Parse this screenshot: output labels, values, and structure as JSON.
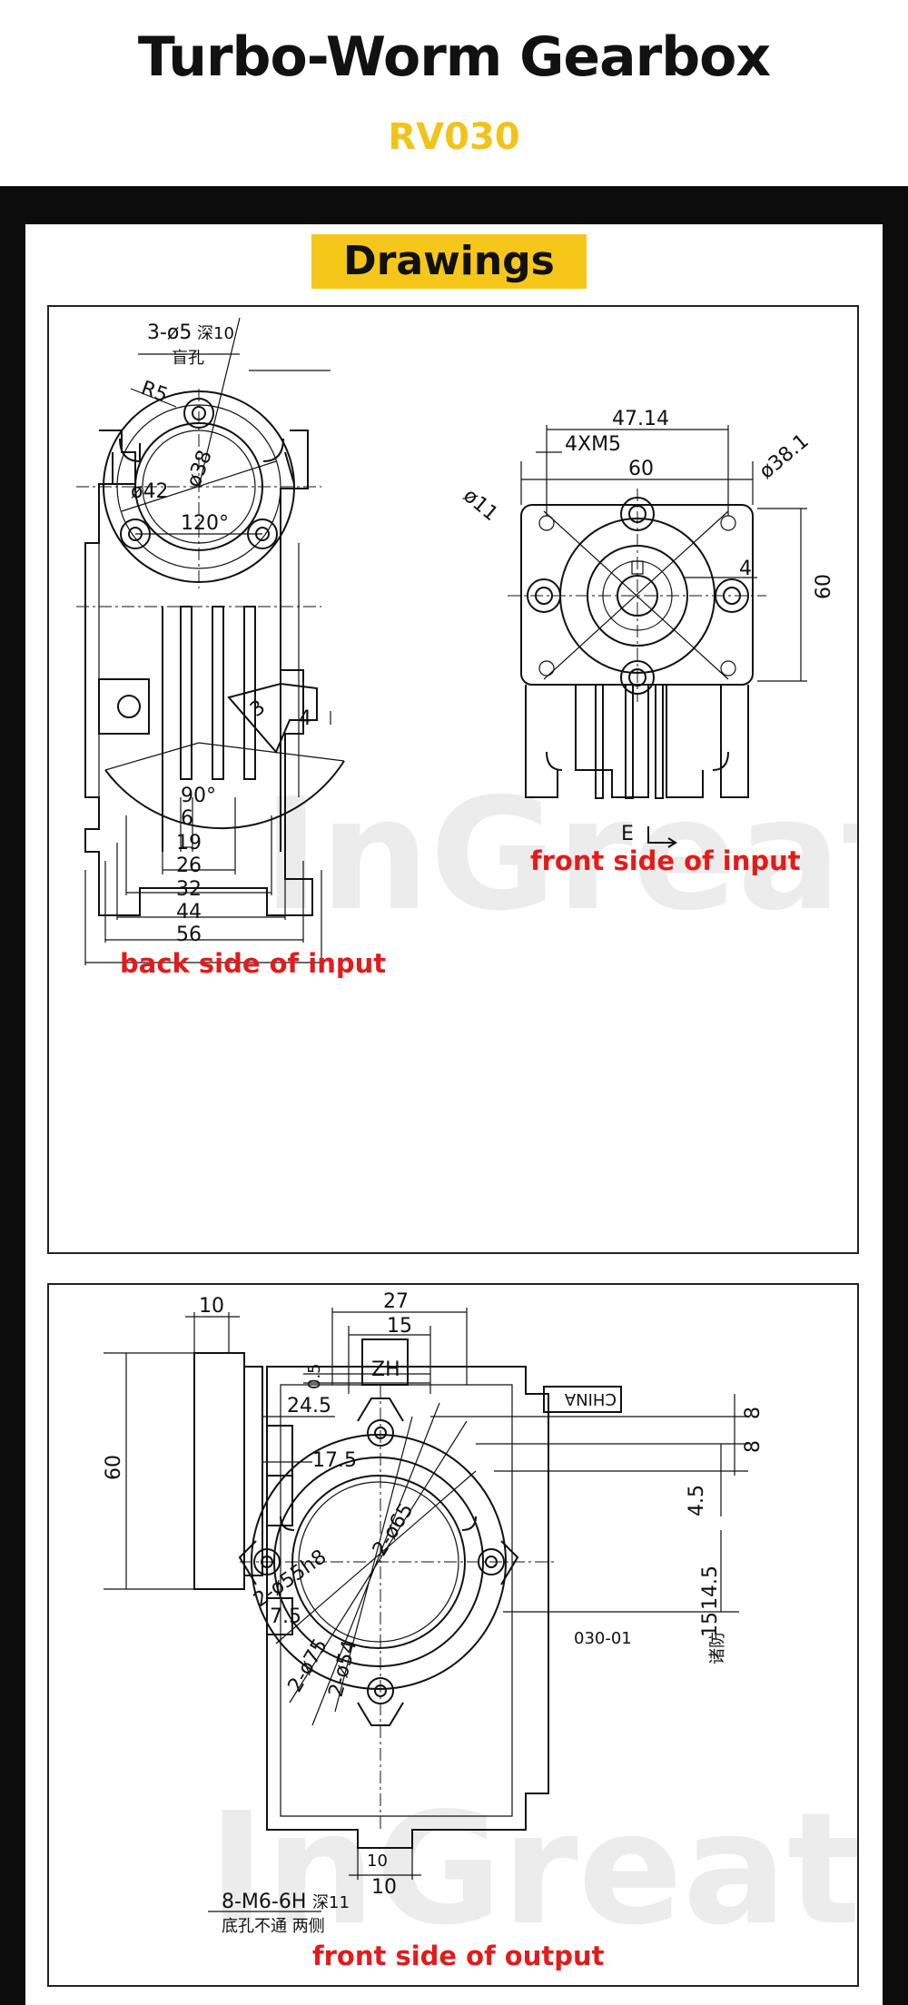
{
  "header": {
    "title": "Turbo-Worm Gearbox",
    "model": "RV030"
  },
  "section": {
    "label": "Drawings"
  },
  "watermark": "InGreat",
  "captions": {
    "back_input": "back side of input",
    "front_input": "front side of input",
    "front_output": "front side of output"
  },
  "back_input_dims": {
    "holes": "3-ø5",
    "holes_depth": "深10",
    "blind_hole": "盲孔",
    "radius": "R5",
    "dia_38": "ø38",
    "dia_42": "ø42",
    "angle_120": "120°",
    "dim_3": "3",
    "dim_4": "4",
    "angle_90": "90°",
    "w6": "6",
    "w19": "19",
    "w26": "26",
    "w32": "32",
    "w44": "44",
    "w56": "56"
  },
  "front_input_dims": {
    "d47": "47.14",
    "thread": "4XM5",
    "d60w": "60",
    "dia_11": "ø11",
    "dia_38_1": "ø38.1",
    "key4": "4",
    "h60": "60",
    "view_e": "E"
  },
  "front_output_dims": {
    "t10": "10",
    "t27": "27",
    "t15": "15",
    "zh": "ZH",
    "d05": "0.5",
    "d24": "24.5",
    "h60": "60",
    "china": "CHINA",
    "r8a": "8",
    "r8b": "8",
    "d17": "17.5",
    "r4": "4.5",
    "dia65": "2-ø65",
    "dia55": "2-ø55h8",
    "dia75": "2-ø75",
    "dia54": "2-ø54",
    "r14": "14.5",
    "r15": "15",
    "noted": "诸防",
    "d75": "7.5",
    "model_tag": "030-01",
    "b10": "10",
    "b10small": "10",
    "holes": "8-M6-6H",
    "holes_depth": "深11",
    "holes_note": "底孔不通 两侧"
  },
  "colors": {
    "accent": "#f6c61a",
    "caption": "#e21b1b",
    "frame": "#0c0c0c"
  }
}
